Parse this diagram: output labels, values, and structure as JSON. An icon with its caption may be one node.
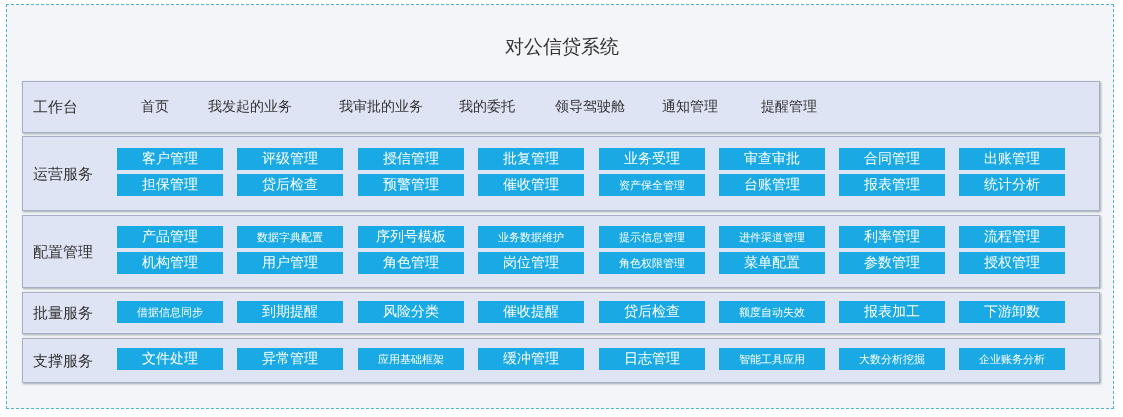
{
  "diagram": {
    "title": "对公信贷系统",
    "nodes": [
      {
        "text": [
          "工作台",
          "首页",
          "我发起的业务",
          "我审批的业务",
          "我的委托",
          "领导驾驶舱",
          "通知管理",
          "提醒管理"
        ]
      },
      {
        "text": [
          "运营服务"
        ]
      },
      {
        "text": [
          "客户管理"
        ],
        "in": 1
      },
      {
        "text": [
          "评级管理"
        ],
        "in": 1
      },
      {
        "text": [
          "授信管理"
        ],
        "in": 1
      },
      {
        "text": [
          "批复管理"
        ],
        "in": 1
      },
      {
        "text": [
          "业务受理"
        ],
        "in": 1
      },
      {
        "text": [
          "审查审批"
        ],
        "in": 1
      },
      {
        "text": [
          "合同管理"
        ],
        "in": 1
      },
      {
        "text": [
          "出账管理"
        ],
        "in": 1
      },
      {
        "text": [
          "担保管理"
        ],
        "in": 1
      },
      {
        "text": [
          "贷后检查"
        ],
        "in": 1
      },
      {
        "text": [
          "预警管理"
        ],
        "in": 1
      },
      {
        "text": [
          "催收管理"
        ],
        "in": 1
      },
      {
        "text": [
          "资产保全管理"
        ],
        "in": 1
      },
      {
        "text": [
          "台账管理"
        ],
        "in": 1
      },
      {
        "text": [
          "报表管理"
        ],
        "in": 1
      },
      {
        "text": [
          "统计分析"
        ],
        "in": 1
      },
      {
        "text": [
          "配置管理"
        ]
      },
      {
        "text": [
          "产品管理"
        ],
        "in": 18
      },
      {
        "text": [
          "数据字典配置"
        ],
        "in": 18
      },
      {
        "text": [
          "序列号模板"
        ],
        "in": 18
      },
      {
        "text": [
          "业务数据维护"
        ],
        "in": 18
      },
      {
        "text": [
          "提示信息管理"
        ],
        "in": 18
      },
      {
        "text": [
          "进件渠道管理"
        ],
        "in": 18
      },
      {
        "text": [
          "利率管理"
        ],
        "in": 18
      },
      {
        "text": [
          "流程管理"
        ],
        "in": 18
      },
      {
        "text": [
          "机构管理"
        ],
        "in": 18
      },
      {
        "text": [
          "用户管理"
        ],
        "in": 18
      },
      {
        "text": [
          "角色管理"
        ],
        "in": 18
      },
      {
        "text": [
          "岗位管理"
        ],
        "in": 18
      },
      {
        "text": [
          "角色权限管理"
        ],
        "in": 18
      },
      {
        "text": [
          "菜单配置"
        ],
        "in": 18
      },
      {
        "text": [
          "参数管理"
        ],
        "in": 18
      },
      {
        "text": [
          "授权管理"
        ],
        "in": 18
      },
      {
        "text": [
          "批量服务"
        ]
      },
      {
        "text": [
          "借据信息同步"
        ],
        "in": 35
      },
      {
        "text": [
          "到期提醒"
        ],
        "in": 35
      },
      {
        "text": [
          "风险分类"
        ],
        "in": 35
      },
      {
        "text": [
          "催收提醒"
        ],
        "in": 35
      },
      {
        "text": [
          "贷后检查"
        ],
        "in": 35
      },
      {
        "text": [
          "额度自动失效"
        ],
        "in": 35
      },
      {
        "text": [
          "报表加工"
        ],
        "in": 35
      },
      {
        "text": [
          "下游卸数"
        ],
        "in": 35
      },
      {
        "text": [
          "支撑服务"
        ]
      },
      {
        "text": [
          "文件处理"
        ],
        "in": 44
      },
      {
        "text": [
          "异常管理"
        ],
        "in": 44
      },
      {
        "text": [
          "应用基础框架"
        ],
        "in": 44
      },
      {
        "text": [
          "缓冲管理"
        ],
        "in": 44
      },
      {
        "text": [
          "日志管理"
        ],
        "in": 44
      },
      {
        "text": [
          "智能工具应用"
        ],
        "in": 44
      },
      {
        "text": [
          "大数分析挖掘"
        ],
        "in": 44
      },
      {
        "text": [
          "企业账务分析"
        ],
        "in": 44
      }
    ]
  }
}
